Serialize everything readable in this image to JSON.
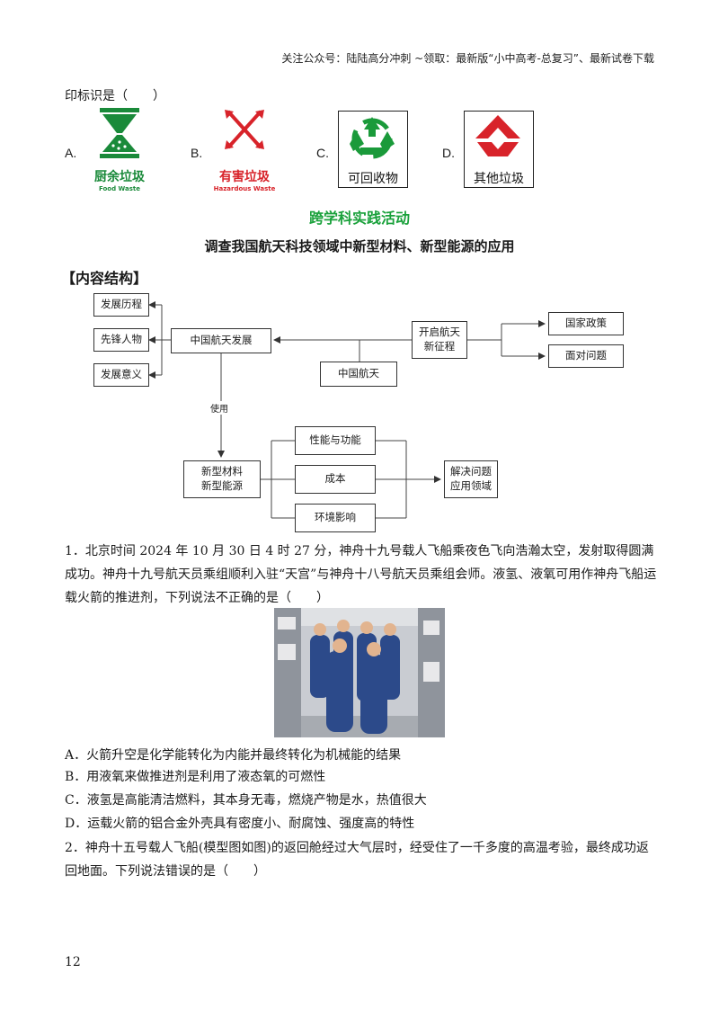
{
  "header_note": "关注公众号：陆陆高分冲刺 ~领取：最新版“小中高考-总复习”、最新试卷下载",
  "question_tail": "印标识是（　　）",
  "options": [
    {
      "letter": "A.",
      "cn": "厨余垃圾",
      "en": "Food Waste",
      "color": "#1a8a3a"
    },
    {
      "letter": "B.",
      "cn": "有害垃圾",
      "en": "Hazardous Waste",
      "color": "#d8232a"
    },
    {
      "letter": "C.",
      "cn": "可回收物",
      "color": "#1a9a3a"
    },
    {
      "letter": "D.",
      "cn": "其他垃圾",
      "color": "#d8232a"
    }
  ],
  "activity_title": "跨学科实践活动",
  "activity_subtitle": "调查我国航天科技领域中新型材料、新型能源的应用",
  "section_label": "【内容结构】",
  "flowchart": {
    "history": "发展历程",
    "pioneers": "先锋人物",
    "significance": "发展意义",
    "china_dev": "中国航天发展",
    "china_space": "中国航天",
    "new_journey": "开启航天新征程",
    "policy": "国家政策",
    "problems": "面对问题",
    "use_label": "使用",
    "materials": "新型材料新型能源",
    "performance": "性能与功能",
    "cost": "成本",
    "environment": "环境影响",
    "solve": "解决问题应用领域"
  },
  "q1": {
    "text": "1．北京时间 2024 年 10 月 30 日 4 时 27 分，神舟十九号载人飞船乘夜色飞向浩瀚太空，发射取得圆满成功。神舟十九号航天员乘组顺利入驻“天宫”与神舟十八号航天员乘组会师。液氢、液氧可用作神舟飞船运载火箭的推进剂，下列说法不正确的是（　　）",
    "choices": [
      "A．火箭升空是化学能转化为内能并最终转化为机械能的结果",
      "B．用液氧来做推进剂是利用了液态氧的可燃性",
      "C．液氢是高能清洁燃料，其本身无毒，燃烧产物是水，热值很大",
      "D．运载火箭的铝合金外壳具有密度小、耐腐蚀、强度高的特性"
    ]
  },
  "q2": {
    "text": "2．神舟十五号载人飞船(模型图如图)的返回舱经过大气层时，经受住了一千多度的高温考验，最终成功返回地面。下列说法错误的是（　　）"
  },
  "page_number": "12"
}
